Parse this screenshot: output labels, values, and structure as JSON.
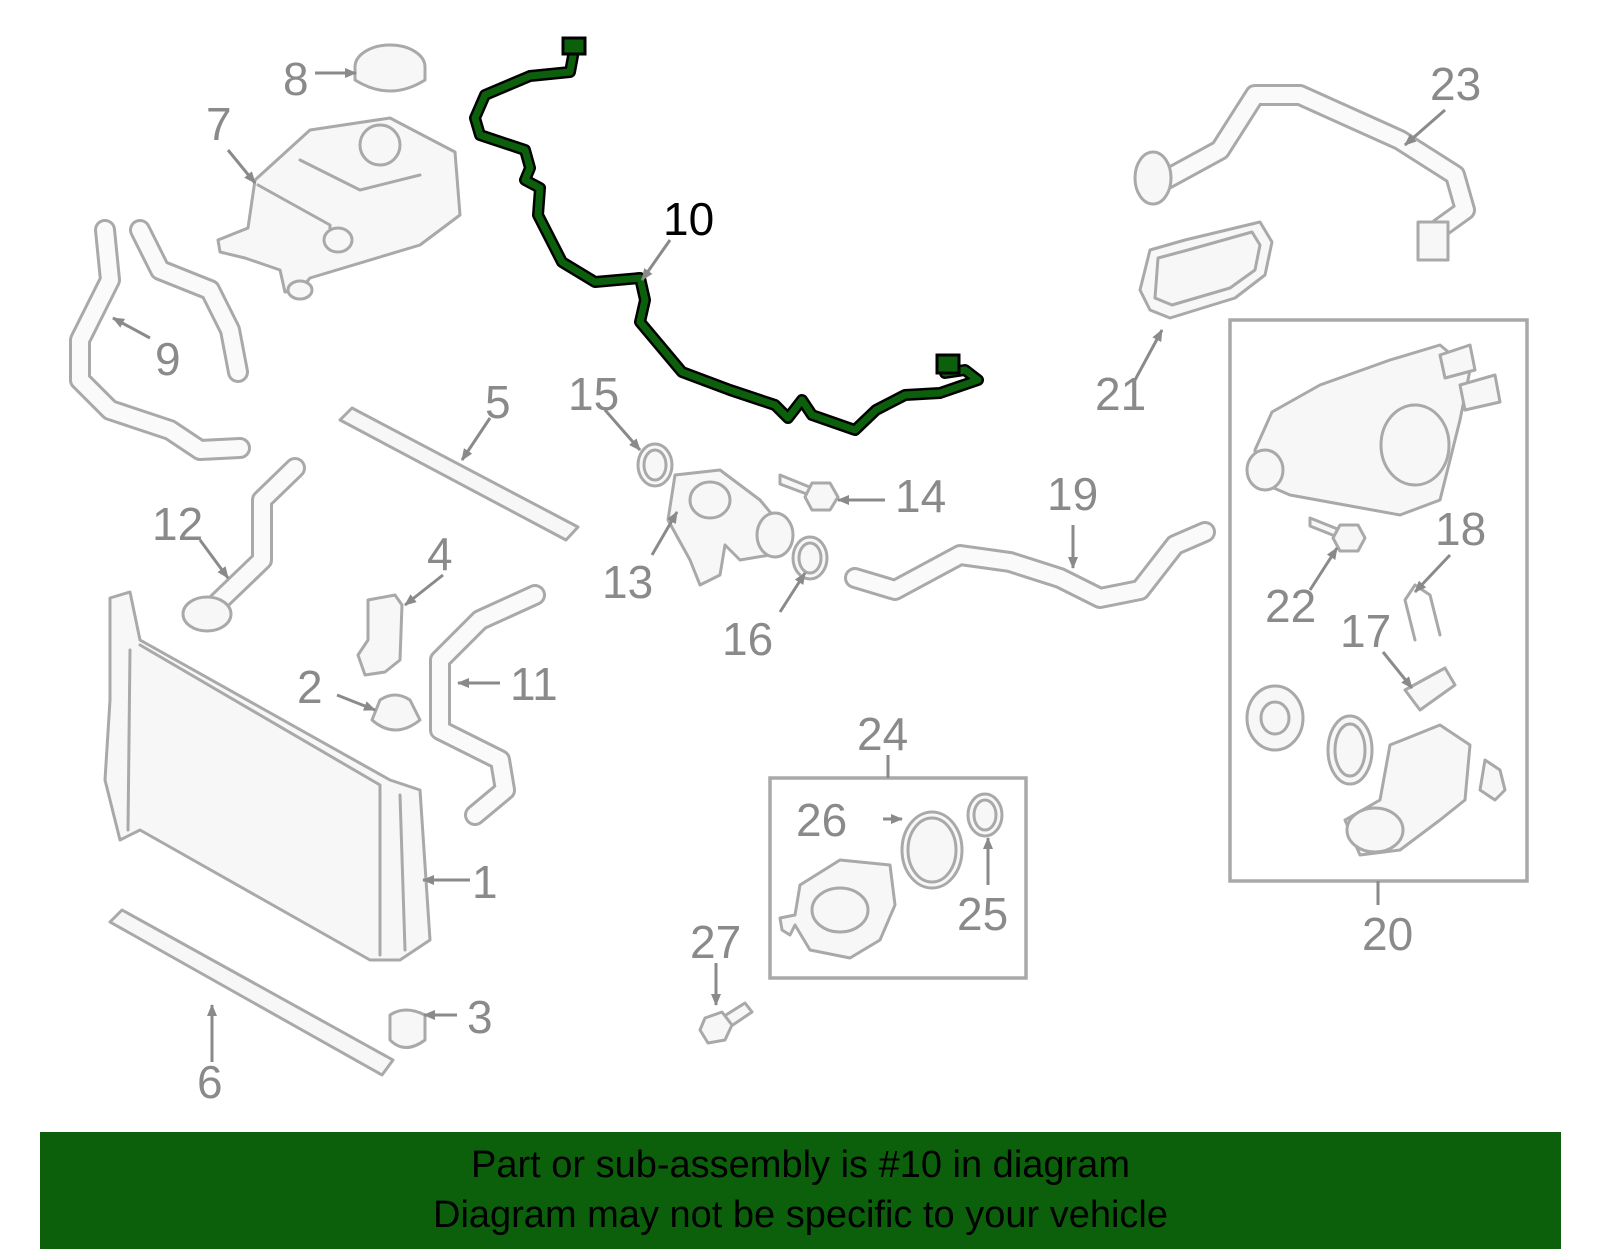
{
  "callouts": {
    "c1": "1",
    "c2": "2",
    "c3": "3",
    "c4": "4",
    "c5": "5",
    "c6": "6",
    "c7": "7",
    "c8": "8",
    "c9": "9",
    "c10": "10",
    "c11": "11",
    "c12": "12",
    "c13": "13",
    "c14": "14",
    "c15": "15",
    "c16": "16",
    "c17": "17",
    "c18": "18",
    "c19": "19",
    "c20": "20",
    "c21": "21",
    "c22": "22",
    "c23": "23",
    "c24": "24",
    "c25": "25",
    "c26": "26",
    "c27": "27"
  },
  "highlight_color": "#0c600c",
  "banner": {
    "line1": "Part or sub-assembly is #10 in diagram",
    "line2": "Diagram may not be specific to your vehicle"
  }
}
